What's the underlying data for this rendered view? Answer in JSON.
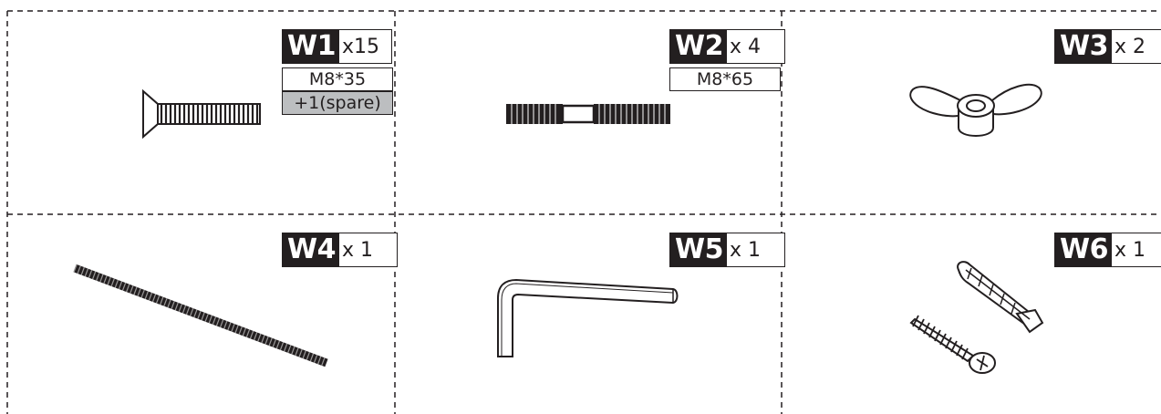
{
  "parts": [
    {
      "code": "W1",
      "qty": "x15",
      "spec": "M8*35",
      "note": "+1(spare)",
      "icon": "countersunk-bolt-icon"
    },
    {
      "code": "W2",
      "qty": "x 4",
      "spec": "M8*65",
      "icon": "threaded-stud-icon"
    },
    {
      "code": "W3",
      "qty": "x 2",
      "icon": "wing-nut-icon"
    },
    {
      "code": "W4",
      "qty": "x 1",
      "icon": "threaded-rod-icon"
    },
    {
      "code": "W5",
      "qty": "x 1",
      "icon": "allen-key-icon"
    },
    {
      "code": "W6",
      "qty": "x 1",
      "icon": "wall-plug-and-screw-icon"
    }
  ],
  "colors": {
    "ink": "#231f20",
    "spare_fill": "#bcbec0",
    "paper": "#ffffff"
  }
}
